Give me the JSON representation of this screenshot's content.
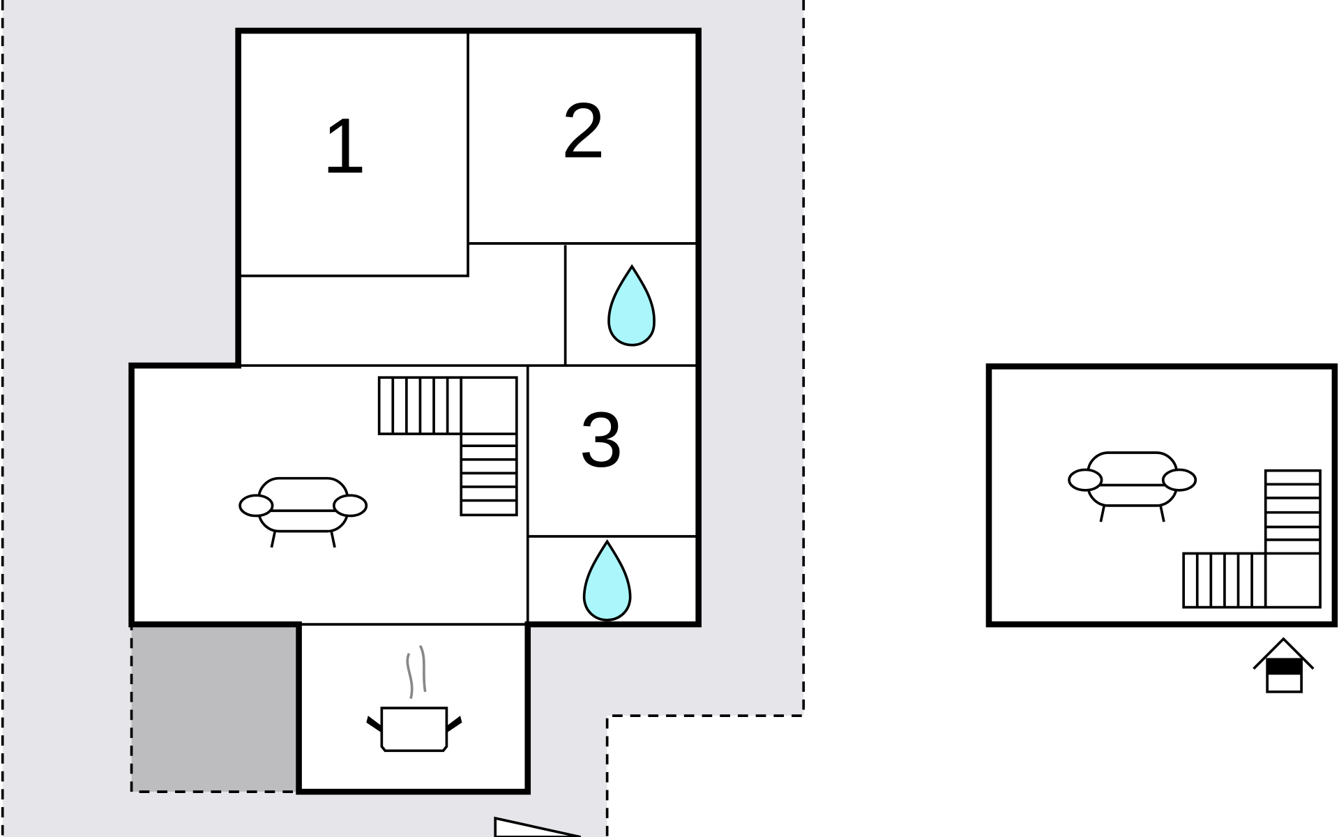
{
  "plan": {
    "rooms": [
      {
        "label": "1",
        "type": "bedroom"
      },
      {
        "label": "2",
        "type": "bedroom"
      },
      {
        "label": "3",
        "type": "bedroom"
      }
    ],
    "icons": [
      "sofa-icon",
      "stairs-icon",
      "water-drop-icon",
      "cooking-pot-icon",
      "entrance-icon"
    ],
    "colors": {
      "plot": "#e6e6ea",
      "terrace": "#bdbdc0",
      "water": "#aaf6fa",
      "wall": "#000000"
    }
  }
}
